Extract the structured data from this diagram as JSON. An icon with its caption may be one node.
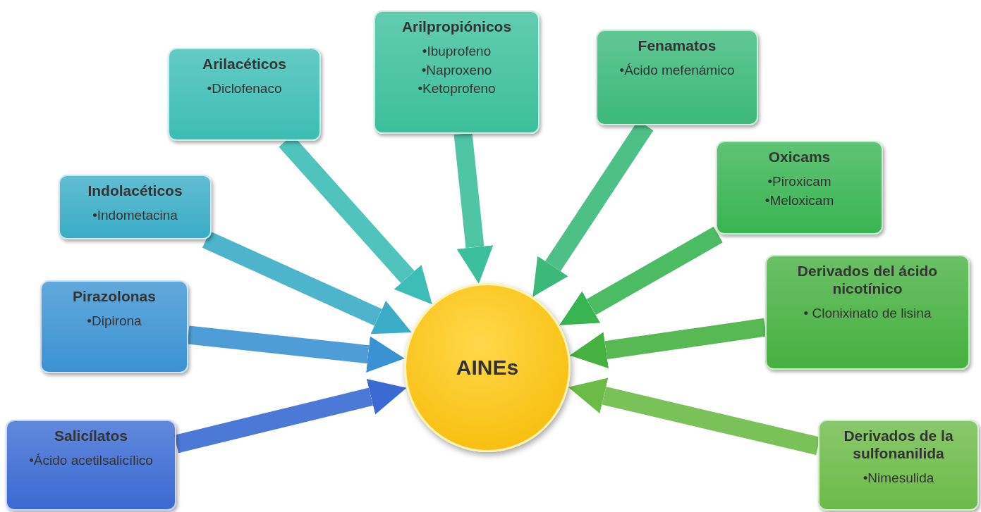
{
  "diagram": {
    "nodes": [
      {
        "text": [
          "AINEs"
        ]
      },
      {
        "text": [
          "Arilpropiónicos",
          "•Ibuprofeno",
          "•Naproxeno",
          "•Ketoprofeno"
        ]
      },
      {
        "text": [
          "Fenamatos",
          "•Ácido mefenámico"
        ]
      },
      {
        "text": [
          "Arilacéticos",
          "•Diclofenaco"
        ]
      },
      {
        "text": [
          "Oxicams",
          "•Piroxicam",
          "•Meloxicam"
        ]
      },
      {
        "text": [
          "Indolacéticos",
          "•Indometacina"
        ]
      },
      {
        "text": [
          "Derivados del ácido nicotínico",
          "• Clonixinato de lisina"
        ]
      },
      {
        "text": [
          "Pirazolonas",
          "•Dipirona"
        ]
      },
      {
        "text": [
          "Salicílatos",
          "•Ácido acetilsalicílico"
        ]
      },
      {
        "text": [
          "Derivados de la sulfonanilida",
          "•Nimesulida"
        ]
      }
    ],
    "edges": [
      {
        "from": 1,
        "to": 0,
        "arrow": "to",
        "color": "#3cbf9c"
      },
      {
        "from": 2,
        "to": 0,
        "arrow": "to",
        "color": "#3bb87a"
      },
      {
        "from": 3,
        "to": 0,
        "arrow": "to",
        "color": "#3dbdb5"
      },
      {
        "from": 4,
        "to": 0,
        "arrow": "to",
        "color": "#38b452"
      },
      {
        "from": 5,
        "to": 0,
        "arrow": "to",
        "color": "#3aacc6"
      },
      {
        "from": 6,
        "to": 0,
        "arrow": "to",
        "color": "#46b040"
      },
      {
        "from": 7,
        "to": 0,
        "arrow": "to",
        "color": "#3b92d2"
      },
      {
        "from": 8,
        "to": 0,
        "arrow": "to",
        "color": "#3a6ad2"
      },
      {
        "from": 9,
        "to": 0,
        "arrow": "to",
        "color": "#6cba48"
      }
    ]
  }
}
